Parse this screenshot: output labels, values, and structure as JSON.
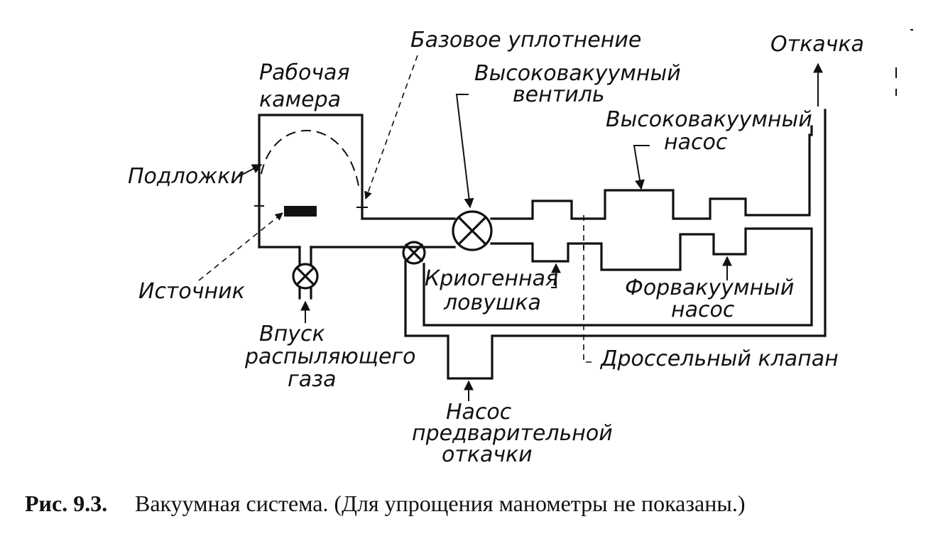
{
  "labels": {
    "chamber": [
      "Рабочая",
      "камера"
    ],
    "base_seal": "Базовое уплотнение",
    "hv_valve": [
      "Высоковакуумный",
      "вентиль"
    ],
    "hv_pump": [
      "Высоковакуумный",
      "насос"
    ],
    "exhaust": "Откачка",
    "substrates": "Подложки",
    "source": "Источник",
    "gas_inlet": [
      "Впуск",
      "распыляющего",
      "газа"
    ],
    "cryo_trap": [
      "Криогенная",
      "ловушка"
    ],
    "fore_pump": [
      "Форвакуумный",
      "насос"
    ],
    "throttle_valve": "Дроссельный клапан",
    "rough_pump": [
      "Насос",
      "предварительной",
      "откачки"
    ]
  },
  "caption": {
    "number": "Рис. 9.3.",
    "text": "Вакуумная система. (Для упрощения манометры не показаны.)"
  }
}
